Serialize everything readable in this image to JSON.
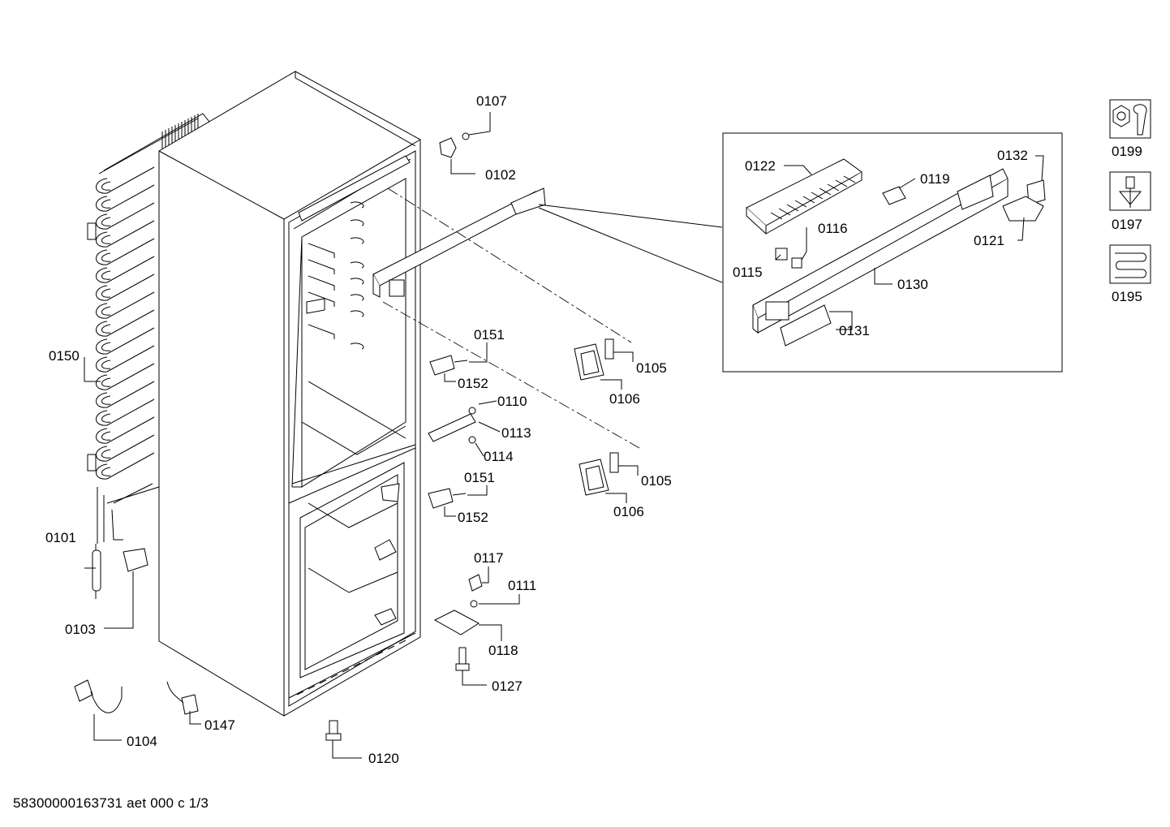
{
  "labels": {
    "p0107": "0107",
    "p0102": "0102",
    "p0150": "0150",
    "p0101": "0101",
    "p0103": "0103",
    "p0104": "0104",
    "p0147": "0147",
    "p0120": "0120",
    "p0151a": "0151",
    "p0152a": "0152",
    "p0110": "0110",
    "p0113": "0113",
    "p0114": "0114",
    "p0151b": "0151",
    "p0152b": "0152",
    "p0117": "0117",
    "p0111": "0111",
    "p0118": "0118",
    "p0127": "0127",
    "p0105a": "0105",
    "p0106a": "0106",
    "p0105b": "0105",
    "p0106b": "0106",
    "p0122": "0122",
    "p0119": "0119",
    "p0132": "0132",
    "p0116": "0116",
    "p0121": "0121",
    "p0115": "0115",
    "p0130": "0130",
    "p0131": "0131",
    "p0199": "0199",
    "p0197": "0197",
    "p0195": "0195"
  },
  "footer": "58300000163731 aet 000 c 1/3",
  "icons": [
    "wrench-nut-icon",
    "screwdriver-icon",
    "heating-coil-icon"
  ]
}
